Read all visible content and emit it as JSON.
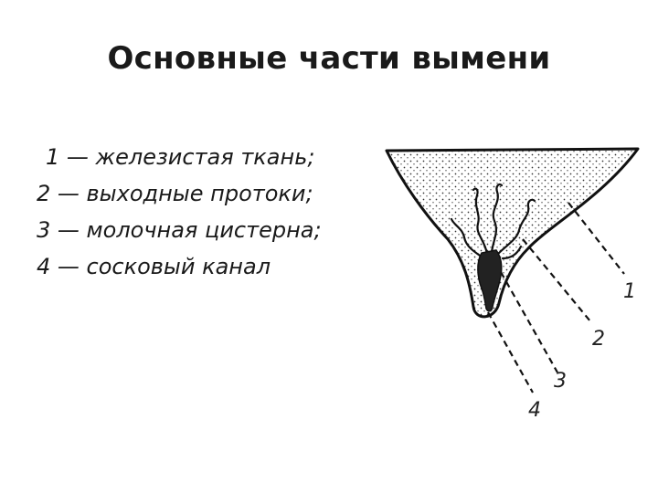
{
  "slide": {
    "title": "Основные части вымени"
  },
  "legend": [
    "1 — железистая ткань;",
    "2 — выходные протоки;",
    "3 — молочная цистерна;",
    "4 — сосковый канал"
  ],
  "diagram": {
    "callouts": [
      "1",
      "2",
      "3",
      "4"
    ]
  }
}
